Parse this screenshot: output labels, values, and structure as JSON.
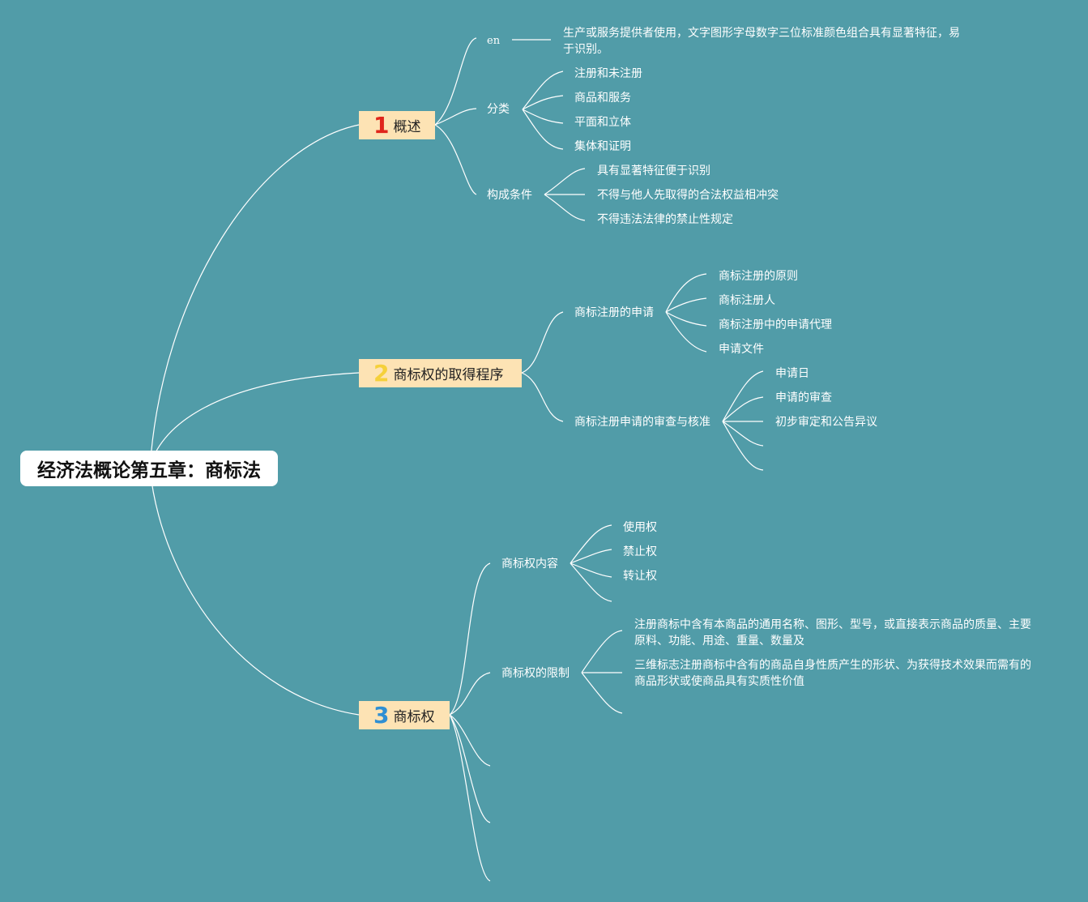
{
  "root": {
    "title": "经济法概论第五章：商标法"
  },
  "topics": [
    {
      "num": "1",
      "num_color": "#e0251b",
      "label": "概述"
    },
    {
      "num": "2",
      "num_color": "#f5d03a",
      "label": "商标权的取得程序"
    },
    {
      "num": "3",
      "num_color": "#2f8fd3",
      "label": "商标权"
    }
  ],
  "overview": {
    "en": {
      "label": "en",
      "desc": "生产或服务提供者使用，文字图形字母数字三位标准颜色组合具有显著特征，易于识别。"
    },
    "classification": {
      "label": "分类",
      "items": [
        "注册和未注册",
        "商品和服务",
        "平面和立体",
        "集体和证明"
      ]
    },
    "conditions": {
      "label": "构成条件",
      "items": [
        "具有显著特征便于识别",
        "不得与他人先取得的合法权益相冲突",
        "不得违法法律的禁止性规定"
      ]
    }
  },
  "procedure": {
    "application": {
      "label": "商标注册的申请",
      "items": [
        "商标注册的原则",
        "商标注册人",
        "商标注册中的申请代理",
        "申请文件"
      ]
    },
    "review": {
      "label": "商标注册申请的审查与核准",
      "items": [
        "申请日",
        "申请的审查",
        "初步审定和公告异议"
      ]
    }
  },
  "rights": {
    "content": {
      "label": "商标权内容",
      "items": [
        "使用权",
        "禁止权",
        "转让权"
      ]
    },
    "limits": {
      "label": "商标权的限制",
      "items": [
        "注册商标中含有本商品的通用名称、图形、型号，或直接表示商品的质量、主要原料、功能、用途、重量、数量及",
        "三维标志注册商标中含有的商品自身性质产生的形状、为获得技术效果而需有的商品形状或使商品具有实质性价值"
      ]
    }
  },
  "colors": {
    "background": "#519ca8",
    "topic_fill": "#fde3b4",
    "line": "#ffffff"
  }
}
